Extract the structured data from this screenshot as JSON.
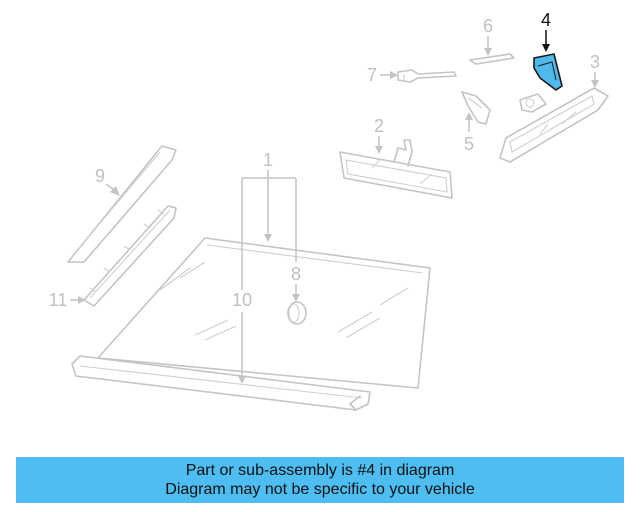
{
  "callouts": {
    "p1": "1",
    "p2": "2",
    "p3": "3",
    "p4": "4",
    "p5": "5",
    "p6": "6",
    "p7": "7",
    "p8": "8",
    "p9": "9",
    "p10": "10",
    "p11": "11"
  },
  "highlighted_part": "4",
  "colors": {
    "highlight_fill": "#4fb9ec",
    "banner_bg": "#4dbdf2",
    "line_gray": "#c4c4c4"
  },
  "banner": {
    "line1": "Part or sub-assembly is #4 in diagram",
    "line2": "Diagram may not be specific to your vehicle"
  }
}
